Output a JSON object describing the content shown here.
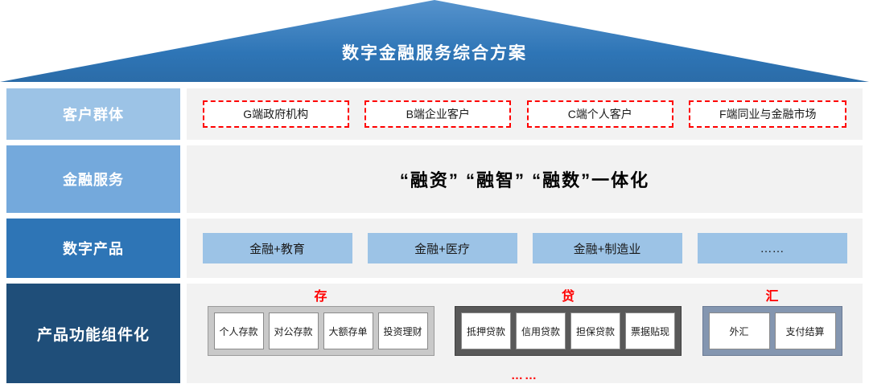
{
  "title": "数字金融服务综合方案",
  "rows": {
    "customers": {
      "label": "客户群体",
      "items": [
        "G端政府机构",
        "B端企业客户",
        "C端个人客户",
        "F端同业与金融市场"
      ]
    },
    "services": {
      "label": "金融服务",
      "text": "“融资” “融智” “融数”一体化"
    },
    "products": {
      "label": "数字产品",
      "items": [
        "金融+教育",
        "金融+医疗",
        "金融+制造业",
        "……"
      ]
    },
    "components": {
      "label": "产品功能组件化",
      "groups": [
        {
          "name": "存",
          "items": [
            "个人存款",
            "对公存款",
            "大额存单",
            "投资理财"
          ]
        },
        {
          "name": "贷",
          "items": [
            "抵押贷款",
            "信用贷款",
            "担保贷款",
            "票据贴现"
          ]
        },
        {
          "name": "汇",
          "items": [
            "外汇",
            "支付结算"
          ]
        }
      ],
      "ellipsis": "……"
    }
  },
  "colors": {
    "roof_blue": "#2E75B6",
    "label_row1": "#9CC3E6",
    "label_row2": "#74A9DC",
    "label_row3": "#2E75B6",
    "label_row4": "#1F4E79",
    "content_bg": "#F2F2F2",
    "accent_red": "#FF0000",
    "product_box_blue": "#9CC3E6",
    "deposit_frame": "#C9C9C9",
    "loan_frame": "#595959",
    "exchange_frame": "#8496B0"
  }
}
